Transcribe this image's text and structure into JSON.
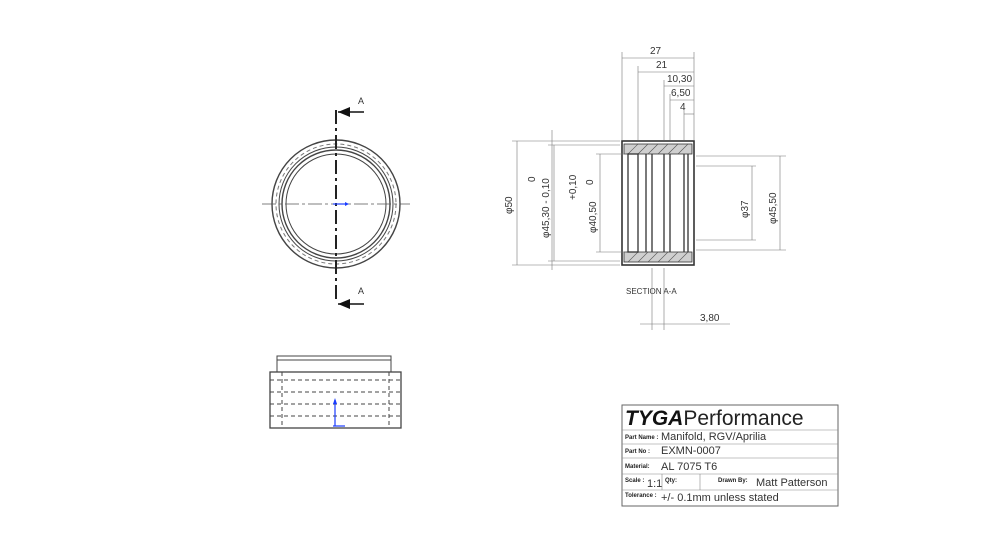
{
  "views": {
    "section_cut_top": "A",
    "section_cut_bottom": "A",
    "section_title": "SECTION A-A"
  },
  "dimensions": {
    "top": [
      "27",
      "21",
      "10,30",
      "6,50",
      "4"
    ],
    "left_dia_50": "φ50",
    "left_tol_upper": "0",
    "left_tol_lower": "φ45,30 - 0,10",
    "mid_tol_upper": "+0,10",
    "mid_tol_zero": "0",
    "mid_dia_label": "φ40,50",
    "right_dia_37": "φ37",
    "right_dia_45_50": "φ45,50",
    "bottom_3_80": "3,80"
  },
  "title_block": {
    "brand_bold": "TYGA",
    "brand_rest": "Performance",
    "part_name_label": "Part Name :",
    "part_name_value": "Manifold, RGV/Aprilia",
    "part_no_label": "Part No :",
    "part_no_value": "EXMN-0007",
    "material_label": "Material:",
    "material_value": "AL 7075 T6",
    "scale_label": "Scale :",
    "scale_value": "1:1",
    "qty_label": "Qty:",
    "qty_value": "",
    "drawn_label": "Drawn By:",
    "drawn_value": "Matt Patterson",
    "tolerance_label": "Tolerance :",
    "tolerance_value": "+/- 0.1mm unless stated"
  }
}
